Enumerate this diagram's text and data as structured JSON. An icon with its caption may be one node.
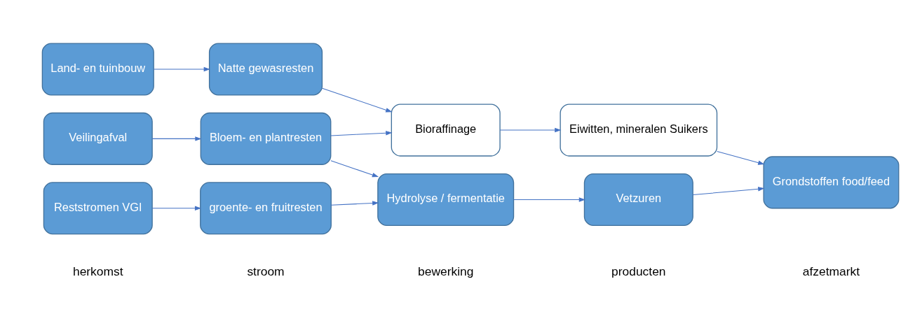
{
  "diagram": {
    "nodes": [
      {
        "text": [
          "Veilingafval"
        ]
      },
      {
        "text": [
          "Land- en tuinbouw"
        ]
      },
      {
        "text": [
          "Reststromen VGI"
        ]
      },
      {
        "text": [
          "Bloem- en plantresten"
        ]
      },
      {
        "text": [
          "Natte gewasresten"
        ]
      },
      {
        "text": [
          "groente- en fruitresten"
        ]
      },
      {
        "text": [
          "Bioraffinage"
        ]
      },
      {
        "text": [
          "Hydrolyse / fermentatie"
        ]
      },
      {
        "text": [
          "Eiwitten, mineralen Suikers"
        ]
      },
      {
        "text": [
          "Vetzuren"
        ]
      },
      {
        "text": [
          "Grondstoffen food/feed"
        ]
      }
    ],
    "edges": [
      {
        "from": 0,
        "to": 3,
        "arrow": "to"
      },
      {
        "from": 1,
        "to": 4,
        "arrow": "to"
      },
      {
        "from": 2,
        "to": 5,
        "arrow": "to"
      },
      {
        "from": 3,
        "to": 6,
        "arrow": "to"
      },
      {
        "from": 3,
        "to": 7,
        "arrow": "to"
      },
      {
        "from": 4,
        "to": 6,
        "arrow": "to"
      },
      {
        "from": 5,
        "to": 7,
        "arrow": "to"
      },
      {
        "from": 6,
        "to": 8,
        "arrow": "to"
      },
      {
        "from": 7,
        "to": 9,
        "arrow": "to"
      },
      {
        "from": 8,
        "to": 10,
        "arrow": "to"
      },
      {
        "from": 9,
        "to": 10,
        "arrow": "to"
      }
    ],
    "labels": [
      "herkomst",
      "stroom",
      "bewerking",
      "producten",
      "afzetmarkt"
    ]
  }
}
